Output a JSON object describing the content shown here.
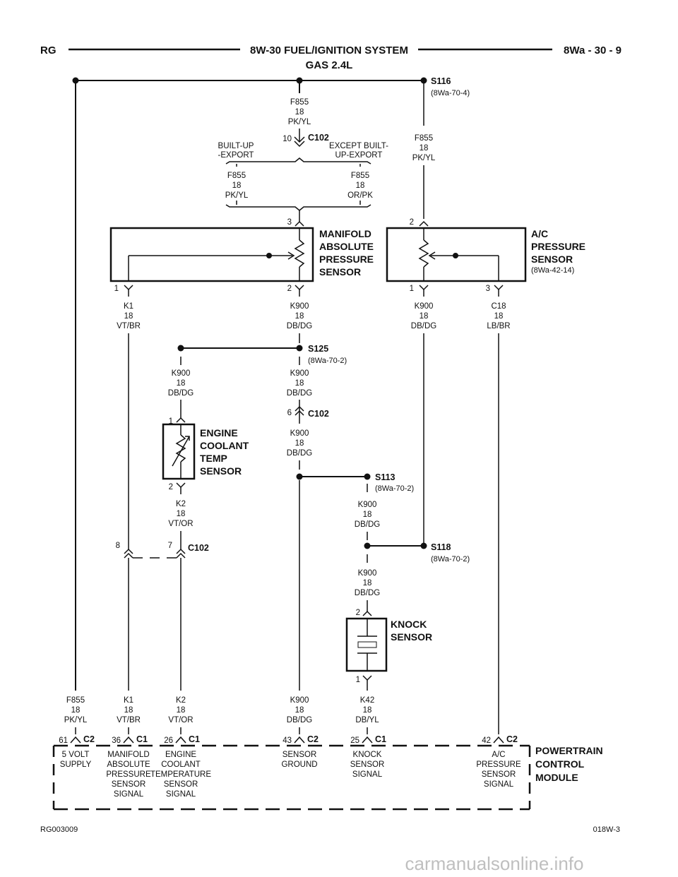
{
  "header": {
    "left": "RG",
    "title": "8W-30 FUEL/IGNITION SYSTEM",
    "subtitle": "GAS 2.4L",
    "right": "8Wa - 30 - 9"
  },
  "footer": {
    "left": "RG003009",
    "right": "018W-3",
    "watermark": "carmanualsonline.info"
  },
  "splices": {
    "s116": {
      "name": "S116",
      "ref": "(8Wa-70-4)"
    },
    "s125": {
      "name": "S125",
      "ref": "(8Wa-70-2)"
    },
    "s113": {
      "name": "S113",
      "ref": "(8Wa-70-2)"
    },
    "s118": {
      "name": "S118",
      "ref": "(8Wa-70-2)"
    }
  },
  "connectors": {
    "c102_top": {
      "name": "C102",
      "pin": "10"
    },
    "c102_mid": {
      "name": "C102",
      "pin": "6"
    },
    "c102_low": {
      "name": "C102",
      "pin_a": "8",
      "pin_b": "7"
    }
  },
  "options": {
    "left": [
      "BUILT-UP",
      "-EXPORT"
    ],
    "right": [
      "EXCEPT BUILT-",
      "UP-EXPORT"
    ]
  },
  "wires": {
    "w_f855_top": [
      "F855",
      "18",
      "PK/YL"
    ],
    "w_f855_s116": [
      "F855",
      "18",
      "PK/YL"
    ],
    "w_f855_opt_l": [
      "F855",
      "18",
      "PK/YL"
    ],
    "w_f855_opt_r": [
      "F855",
      "18",
      "OR/PK"
    ],
    "w_k1_map": [
      "K1",
      "18",
      "VT/BR"
    ],
    "w_k900_map": [
      "K900",
      "18",
      "DB/DG"
    ],
    "w_k900_ac": [
      "K900",
      "18",
      "DB/DG"
    ],
    "w_c18_ac": [
      "C18",
      "18",
      "LB/BR"
    ],
    "w_k900_ect": [
      "K900",
      "18",
      "DB/DG"
    ],
    "w_k900_s125": [
      "K900",
      "18",
      "DB/DG"
    ],
    "w_k900_c102": [
      "K900",
      "18",
      "DB/DG"
    ],
    "w_k2_ect": [
      "K2",
      "18",
      "VT/OR"
    ],
    "w_k900_s113": [
      "K900",
      "18",
      "DB/DG"
    ],
    "w_k900_s118": [
      "K900",
      "18",
      "DB/DG"
    ],
    "w_f855_pcm": [
      "F855",
      "18",
      "PK/YL"
    ],
    "w_k1_pcm": [
      "K1",
      "18",
      "VT/BR"
    ],
    "w_k2_pcm": [
      "K2",
      "18",
      "VT/OR"
    ],
    "w_k900_pcm": [
      "K900",
      "18",
      "DB/DG"
    ],
    "w_k42_pcm": [
      "K42",
      "18",
      "DB/YL"
    ]
  },
  "components": {
    "map": {
      "name": [
        "MANIFOLD",
        "ABSOLUTE",
        "PRESSURE",
        "SENSOR"
      ],
      "pins": [
        "3",
        "1",
        "2"
      ]
    },
    "ac": {
      "name": [
        "A/C",
        "PRESSURE",
        "SENSOR"
      ],
      "ref": "(8Wa-42-14)",
      "pins": [
        "2",
        "1",
        "3"
      ]
    },
    "ect": {
      "name": [
        "ENGINE",
        "COOLANT",
        "TEMP",
        "SENSOR"
      ],
      "pins": [
        "1",
        "2"
      ]
    },
    "knock": {
      "name": [
        "KNOCK",
        "SENSOR"
      ],
      "pins": [
        "2",
        "1"
      ]
    },
    "pcm": {
      "name": [
        "POWERTRAIN",
        "CONTROL",
        "MODULE"
      ]
    }
  },
  "pcm_pins": [
    {
      "pin": "61",
      "conn": "C2",
      "desc": [
        "5 VOLT",
        "SUPPLY"
      ]
    },
    {
      "pin": "36",
      "conn": "C1",
      "desc": [
        "MANIFOLD",
        "ABSOLUTE",
        "PRESSURE",
        "SENSOR",
        "SIGNAL"
      ]
    },
    {
      "pin": "26",
      "conn": "C1",
      "desc": [
        "ENGINE",
        "COOLANT",
        "TEMPERATURE",
        "SENSOR",
        "SIGNAL"
      ]
    },
    {
      "pin": "43",
      "conn": "C2",
      "desc": [
        "SENSOR",
        "GROUND"
      ]
    },
    {
      "pin": "25",
      "conn": "C1",
      "desc": [
        "KNOCK",
        "SENSOR",
        "SIGNAL"
      ]
    },
    {
      "pin": "42",
      "conn": "C2",
      "desc": [
        "A/C",
        "PRESSURE",
        "SENSOR",
        "SIGNAL"
      ]
    }
  ]
}
